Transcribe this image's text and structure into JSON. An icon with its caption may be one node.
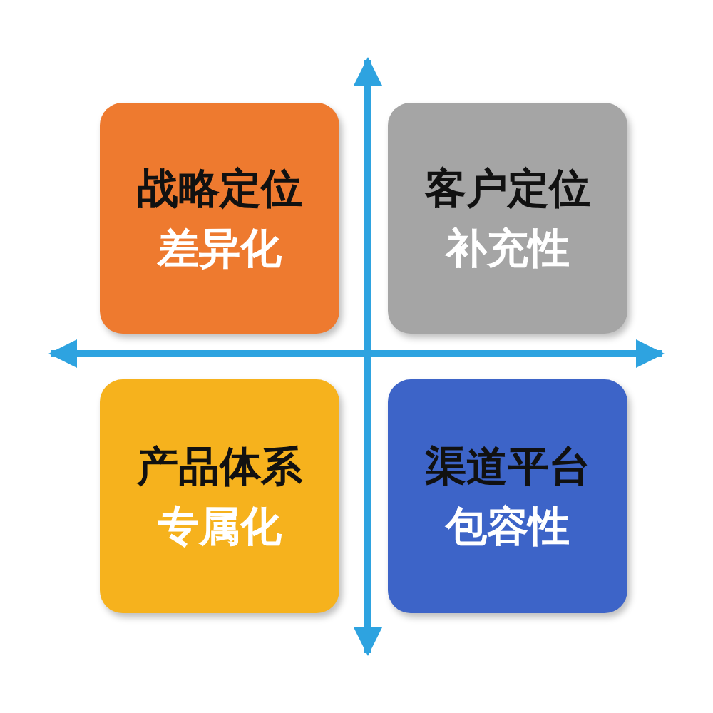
{
  "diagram": {
    "nodes": [
      {
        "text": [
          "战略定位",
          "差异化"
        ]
      },
      {
        "text": [
          "客户定位",
          "补充性"
        ]
      },
      {
        "text": [
          "产品体系",
          "专属化"
        ]
      },
      {
        "text": [
          "渠道平台",
          "包容性"
        ]
      }
    ]
  }
}
